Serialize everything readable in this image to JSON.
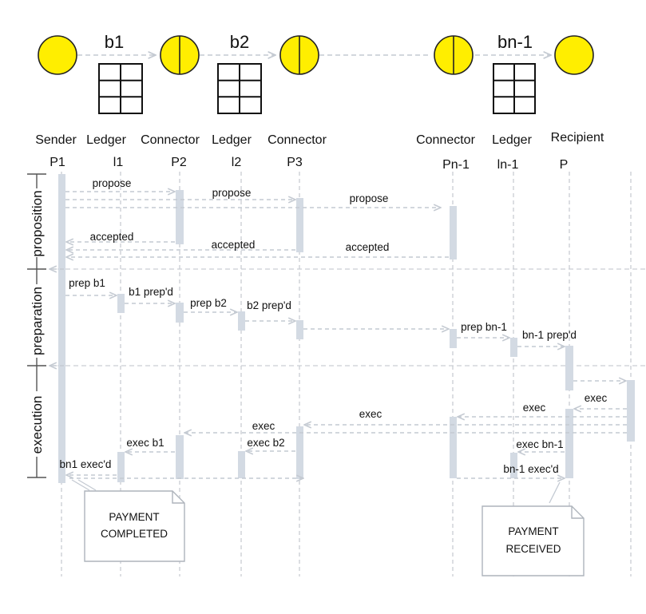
{
  "colors": {
    "node_fill": "#FFEE00",
    "node_stroke": "#222222",
    "lifeline": "#C9CDD3",
    "activation": "#D3DAE3",
    "arrow": "#C4CAD2",
    "text": "#111111"
  },
  "ledger_titles": [
    "b1",
    "b2",
    "bn-1"
  ],
  "participants": [
    {
      "role": "Sender",
      "id": "P1"
    },
    {
      "role": "Ledger",
      "id": "l1"
    },
    {
      "role": "Connector",
      "id": "P2"
    },
    {
      "role": "Ledger",
      "id": "l2"
    },
    {
      "role": "Connector",
      "id": "P3"
    },
    {
      "role": "Connector",
      "id": "Pn-1"
    },
    {
      "role": "Ledger",
      "id": "ln-1"
    },
    {
      "role": "Recipient",
      "id": "P"
    }
  ],
  "phases": [
    "proposition",
    "preparation",
    "execution"
  ],
  "messages": {
    "propose": [
      "propose",
      "propose",
      "propose"
    ],
    "accepted": [
      "accepted",
      "accepted",
      "accepted"
    ],
    "prep_b1": "prep b1",
    "b1_prepd": "b1 prep'd",
    "prep_b2": "prep b2",
    "b2_prepd": "b2 prep'd",
    "prep_bn1": "prep bn-1",
    "bn1_prepd": "bn-1 prep'd",
    "exec": [
      "exec",
      "exec",
      "exec",
      "exec"
    ],
    "exec_bn1": "exec bn-1",
    "bn1_execd_right": "bn-1 exec'd",
    "exec_b2": "exec b2",
    "exec_b1": "exec b1",
    "bn1_execd_left": "bn1 exec'd"
  },
  "notes": {
    "completed": [
      "PAYMENT",
      "COMPLETED"
    ],
    "received": [
      "PAYMENT",
      "RECEIVED"
    ]
  }
}
